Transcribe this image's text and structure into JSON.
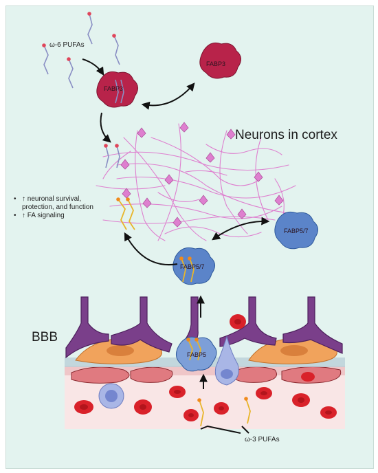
{
  "labels": {
    "omega6": "ω-6 PUFAs",
    "omega3": "ω-3 PUFAs",
    "neurons": "Neurons in cortex",
    "bbb": "BBB",
    "fabp3_free": "FABP3",
    "fabp3_bound": "FABP3",
    "fabp57_free": "FABP5/7",
    "fabp57_bound": "FABP5/7",
    "fabp5": "FABP5"
  },
  "effects": [
    "↑ neuronal survival, protection, and function",
    "↑ FA signaling"
  ],
  "colors": {
    "background": "#e3f3ef",
    "fabp3": "#b8234a",
    "fabp57": "#5b84c9",
    "neurons": "#de7fcf",
    "omega3": "#e8b52a",
    "omega6": "#8a8fc4",
    "endothelium": "#7a3f8a",
    "pericyte": "#f1a35c",
    "rbc": "#d9222a",
    "blood": "#f9e6e6"
  },
  "icons": [
    "fatty-acid-icon",
    "protein-icon",
    "neuron-icon",
    "red-blood-cell-icon",
    "astrocyte-endfoot-icon"
  ]
}
